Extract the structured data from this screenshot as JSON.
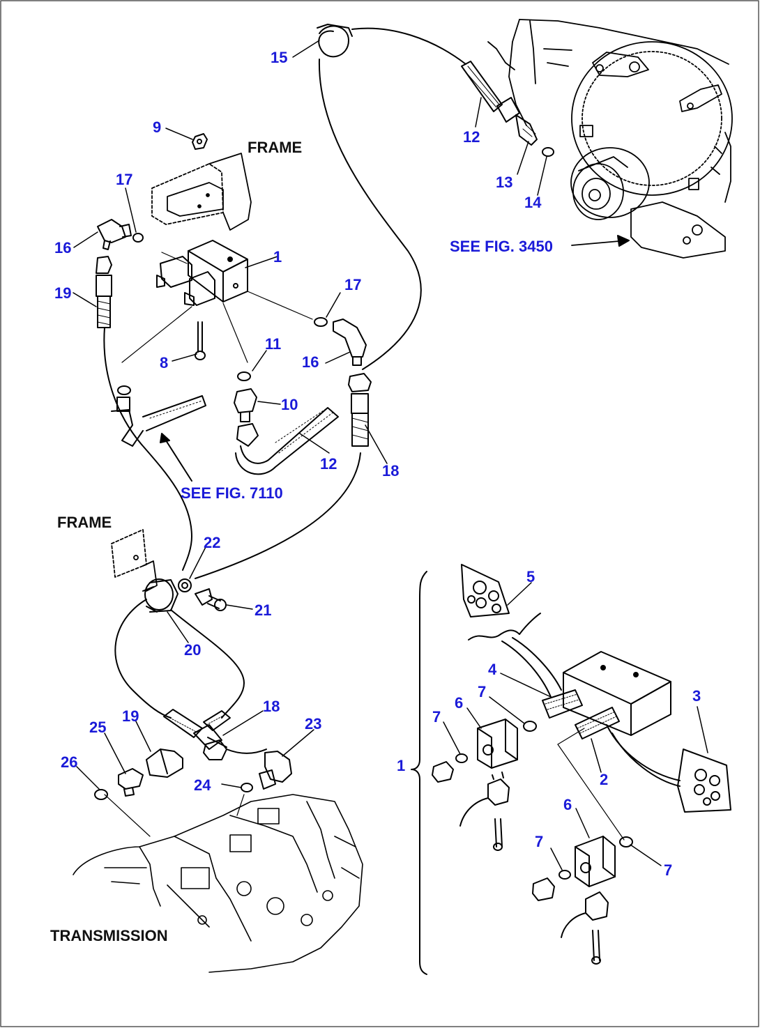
{
  "colors": {
    "callout": "#1a1ad8",
    "text": "#111111",
    "line": "#000000",
    "background": "#ffffff"
  },
  "labels": {
    "frame_top": "FRAME",
    "frame_left": "FRAME",
    "transmission": "TRANSMISSION",
    "see_fig_3450": "SEE FIG. 3450",
    "see_fig_7110": "SEE FIG. 7110"
  },
  "callouts": [
    "15",
    "12",
    "13",
    "14",
    "9",
    "17",
    "16",
    "19",
    "1",
    "17",
    "11",
    "16",
    "8",
    "10",
    "12",
    "18",
    "22",
    "21",
    "20",
    "19",
    "18",
    "25",
    "23",
    "26",
    "24",
    "5",
    "3",
    "4",
    "6",
    "7",
    "7",
    "2",
    "1",
    "6",
    "7",
    "7"
  ]
}
